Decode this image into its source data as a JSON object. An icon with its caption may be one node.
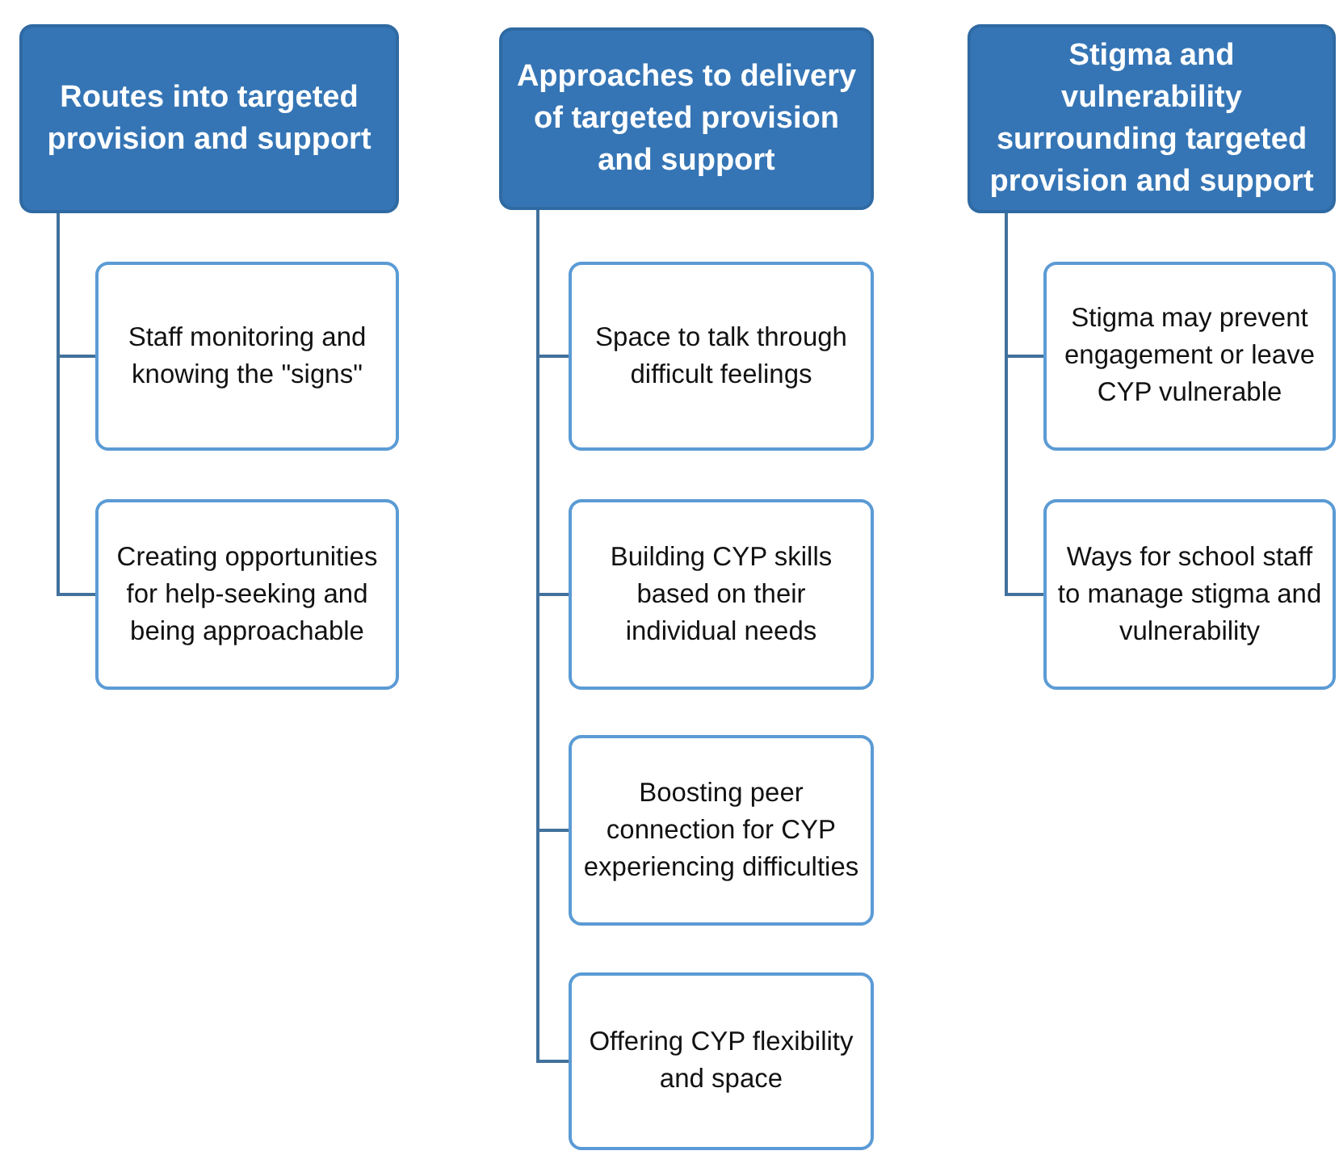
{
  "diagram": {
    "nodes": [
      {
        "text": [
          "Routes into targeted provision and support"
        ]
      },
      {
        "text": [
          "Staff monitoring and knowing the \"signs\""
        ]
      },
      {
        "text": [
          "Creating opportunities for help-seeking and being approachable"
        ]
      },
      {
        "text": [
          "Approaches to delivery of targeted provision and support"
        ]
      },
      {
        "text": [
          "Space to talk through difficult feelings"
        ]
      },
      {
        "text": [
          "Building CYP skills based on their individual needs"
        ]
      },
      {
        "text": [
          "Boosting peer connection for CYP experiencing difficulties"
        ]
      },
      {
        "text": [
          "Offering CYP flexibility and space"
        ]
      },
      {
        "text": [
          "Stigma and vulnerability surrounding targeted provision and support"
        ]
      },
      {
        "text": [
          "Stigma may prevent engagement or leave CYP vulnerable"
        ]
      },
      {
        "text": [
          "Ways for school staff to manage stigma and vulnerability"
        ]
      }
    ],
    "edges": [
      {
        "from": 0,
        "to": 1,
        "arrow": "none"
      },
      {
        "from": 0,
        "to": 2,
        "arrow": "none"
      },
      {
        "from": 3,
        "to": 4,
        "arrow": "none"
      },
      {
        "from": 3,
        "to": 5,
        "arrow": "none"
      },
      {
        "from": 3,
        "to": 6,
        "arrow": "none"
      },
      {
        "from": 3,
        "to": 7,
        "arrow": "none"
      },
      {
        "from": 8,
        "to": 9,
        "arrow": "none"
      },
      {
        "from": 8,
        "to": 10,
        "arrow": "none"
      }
    ]
  }
}
